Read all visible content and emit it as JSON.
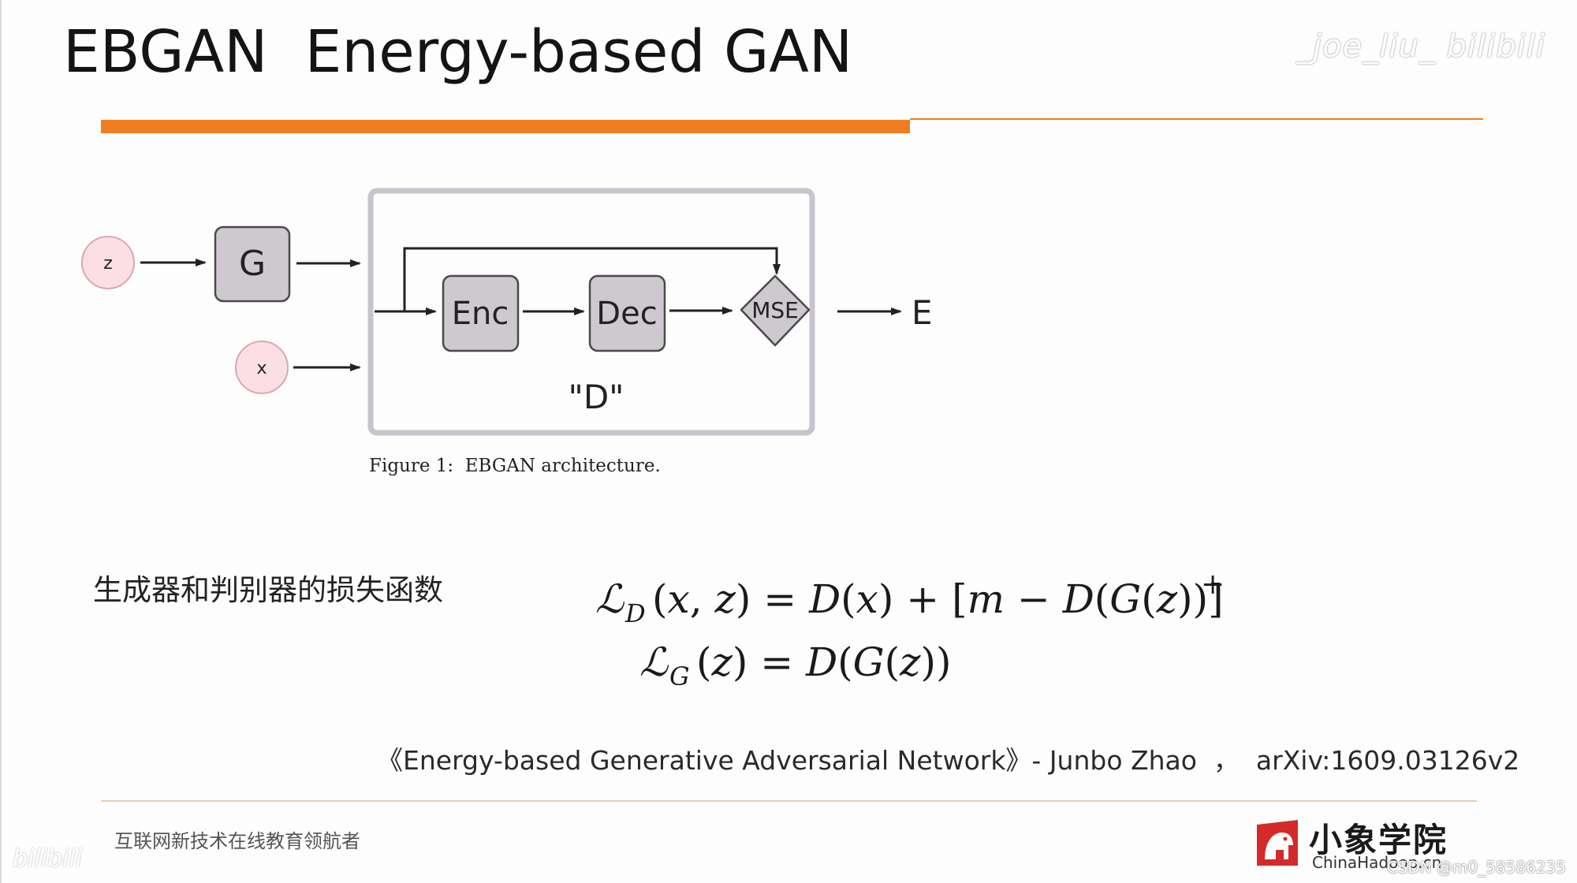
{
  "slide": {
    "title": "EBGAN  Energy-based GAN",
    "watermark_top": "_joe_liu_ bilibili",
    "accent_color": "#f07d1f"
  },
  "diagram": {
    "nodes": {
      "z": "z",
      "G": "G",
      "x": "x",
      "enc": "Enc",
      "dec": "Dec",
      "mse": "MSE",
      "E": "E",
      "D_label": "\"D\""
    },
    "caption": "Figure 1:  EBGAN architecture."
  },
  "loss": {
    "label": "生成器和判别器的损失函数"
  },
  "citation": "《Energy-based Generative Adversarial Network》- Junbo Zhao  ，  arXiv:1609.03126v2",
  "footer": {
    "tagline": "互联网新技术在线教育领航者",
    "brand_cn": "小象学院",
    "brand_en": "ChinaHadoop.cn",
    "csdn_watermark": "CSDN @m0_58586235",
    "bili_corner": "bilibili"
  }
}
